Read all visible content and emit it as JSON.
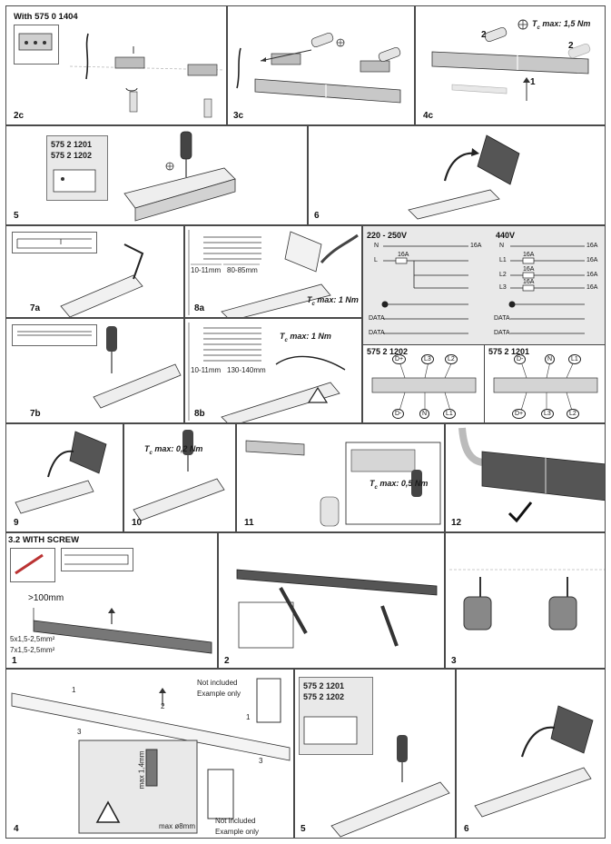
{
  "panels": {
    "p2c": {
      "header": "With 575 0 1404",
      "step": "2c"
    },
    "p3c": {
      "step": "3c"
    },
    "p4c": {
      "step": "4c",
      "torque_label": "T",
      "torque_sub": "c",
      "torque_value": "max: 1,5 Nm",
      "arrow_1": "1",
      "arrow_2a": "2",
      "arrow_2b": "2"
    },
    "p5": {
      "step": "5",
      "code1": "575 2 1201",
      "code2": "575 2 1202"
    },
    "p6": {
      "step": "6"
    },
    "p7a": {
      "step": "7a"
    },
    "p8a": {
      "step": "8a",
      "dim1": "10-11mm",
      "dim2": "80-85mm",
      "torque_value": "max: 1 Nm"
    },
    "wiring": {
      "v1": "220 - 250V",
      "v2": "440V",
      "left_rows": [
        "N",
        "L",
        "",
        "",
        "",
        "DATA",
        "DATA"
      ],
      "right_rows": [
        "N",
        "L1",
        "L2",
        "L3",
        "",
        "DATA",
        "DATA"
      ],
      "fuse": "16A",
      "ref_a": "575 2 1202",
      "ref_b": "575 2 1201",
      "terms_a_top": [
        "D+",
        "L3",
        "L2"
      ],
      "terms_a_bot": [
        "D-",
        "N",
        "L1"
      ],
      "terms_b_top": [
        "D-",
        "N",
        "L1"
      ],
      "terms_b_bot": [
        "D+",
        "L3",
        "L2"
      ]
    },
    "p7b": {
      "step": "7b"
    },
    "p8b": {
      "step": "8b",
      "dim1": "10-11mm",
      "dim2": "130-140mm",
      "torque_value": "max: 1 Nm"
    },
    "p9": {
      "step": "9"
    },
    "p10": {
      "step": "10",
      "torque_value": "max: 0,2 Nm"
    },
    "p11": {
      "step": "11",
      "torque_value": "max: 0,5 Nm"
    },
    "p12": {
      "step": "12"
    },
    "s32": {
      "title": "3.2 WITH SCREW",
      "step": "1",
      "dist": ">100mm",
      "wire1": "5x1,5-2,5mm²",
      "wire2": "7x1,5-2,5mm²"
    },
    "p2b": {
      "step": "2"
    },
    "p3b": {
      "step": "3"
    },
    "p4b": {
      "step": "4",
      "not_included": "Not included",
      "example_only": "Example only",
      "a1": "1",
      "a2": "2",
      "a3": "3",
      "a1b": "1",
      "a3b": "3",
      "dim_a": "max 1,4mm",
      "dim_b": "max ø8mm"
    },
    "p5b": {
      "step": "5",
      "code1": "575 2 1201",
      "code2": "575 2 1202"
    },
    "p6b": {
      "step": "6"
    }
  },
  "torque_symbol": "T",
  "torque_sub": "c"
}
